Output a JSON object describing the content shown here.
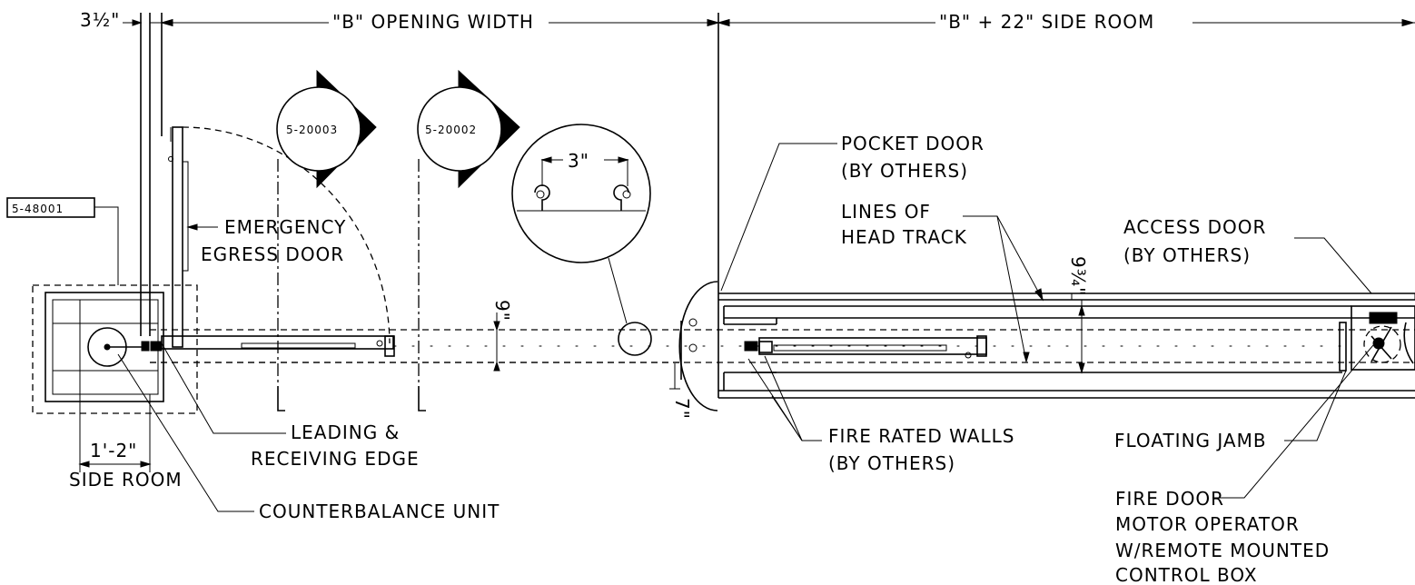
{
  "dimensions": {
    "wall_gap": "3½\"",
    "opening_width": "\"B\" OPENING WIDTH",
    "side_room_right": "\"B\" + 22\" SIDE ROOM",
    "detail_gap": "3\"",
    "track_gap": "9\"",
    "pocket_offset": "7\"",
    "head_track_depth": "9¾\"",
    "side_room_left_value": "1'-2\"",
    "side_room_left_label": "SIDE ROOM"
  },
  "tags": {
    "ref_box": "5-48001",
    "section_a": "5-20003",
    "section_b": "5-20002"
  },
  "labels": {
    "emergency_egress_1": "EMERGENCY",
    "emergency_egress_2": "EGRESS DOOR",
    "pocket_door_1": "POCKET DOOR",
    "pocket_door_2": "(BY OTHERS)",
    "lines_head_track_1": "LINES OF",
    "lines_head_track_2": "HEAD TRACK",
    "access_door_1": "ACCESS DOOR",
    "access_door_2": "(BY OTHERS)",
    "leading_edge_1": "LEADING &",
    "leading_edge_2": "RECEIVING EDGE",
    "fire_walls_1": "FIRE RATED WALLS",
    "fire_walls_2": "(BY OTHERS)",
    "floating_jamb": "FLOATING JAMB",
    "counterbalance": "COUNTERBALANCE UNIT",
    "motor_1": "FIRE DOOR",
    "motor_2": "MOTOR OPERATOR",
    "motor_3": "W/REMOTE MOUNTED",
    "motor_4": "CONTROL BOX"
  }
}
